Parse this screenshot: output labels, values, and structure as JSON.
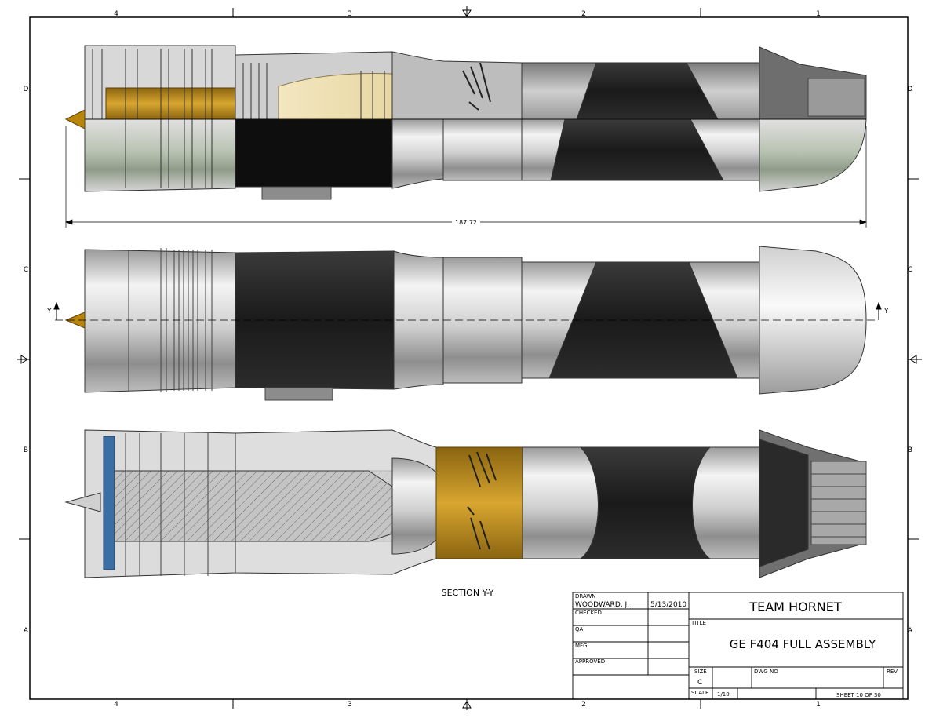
{
  "zones": {
    "columns": [
      "4",
      "3",
      "2",
      "1"
    ],
    "rows": [
      "D",
      "C",
      "B",
      "A"
    ]
  },
  "views": {
    "top_dimension": "187.72",
    "section_marker": "Y",
    "section_label": "SECTION Y-Y"
  },
  "title_block": {
    "drawn_label": "DRAWN",
    "drawn_name": "WOODWARD, J.",
    "drawn_date": "5/13/2010",
    "checked_label": "CHECKED",
    "qa_label": "QA",
    "mfg_label": "MFG",
    "approved_label": "APPROVED",
    "company": "TEAM HORNET",
    "title_label": "TITLE",
    "title": "GE F404 FULL ASSEMBLY",
    "size_label": "SIZE",
    "size": "C",
    "dwg_no_label": "DWG NO",
    "rev_label": "REV",
    "scale_label": "SCALE",
    "scale": "1/10",
    "sheet": "SHEET 10 OF 30"
  },
  "colors": {
    "frame": "#000000",
    "metal_light": "#e8e8e8",
    "metal_dark": "#555555",
    "combustor_dark": "#111111",
    "gold": "#c8961e",
    "cream": "#ecdcaa",
    "blue_blade": "#3a6ea5",
    "hatch_gray": "#b8b8b8"
  }
}
